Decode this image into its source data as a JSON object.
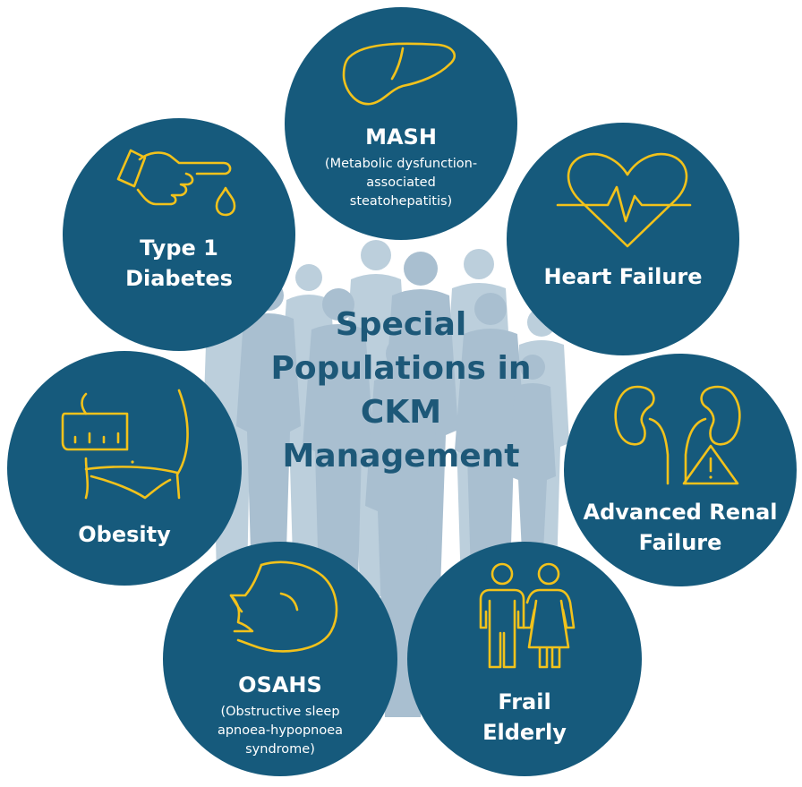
{
  "center": {
    "title_lines": [
      "Special",
      "Populations in",
      "CKM",
      "Management"
    ]
  },
  "colors": {
    "circle_fill": "#165a7c",
    "icon_stroke": "#f2c21b",
    "center_text": "#1d5878",
    "silhouettes": "#a9bfd0"
  },
  "items": {
    "mash": {
      "title": "MASH",
      "subtitle_lines": [
        "(Metabolic dysfunction-",
        "associated",
        "steatohepatitis)"
      ],
      "icon": "liver-icon"
    },
    "heart_failure": {
      "title_lines": [
        "Heart Failure"
      ],
      "icon": "heart-pulse-icon"
    },
    "renal": {
      "title_lines": [
        "Advanced Renal",
        "Failure"
      ],
      "icon": "kidneys-warning-icon"
    },
    "frail": {
      "title_lines": [
        "Frail",
        "Elderly"
      ],
      "icon": "elderly-couple-icon"
    },
    "osahs": {
      "title": "OSAHS",
      "subtitle_lines": [
        "(Obstructive sleep",
        "apnoea-hypopnoea",
        "syndrome)"
      ],
      "icon": "sleeping-face-icon"
    },
    "obesity": {
      "title_lines": [
        "Obesity"
      ],
      "icon": "waist-measure-icon"
    },
    "diabetes": {
      "title_lines": [
        "Type 1",
        "Diabetes"
      ],
      "icon": "finger-prick-icon"
    }
  }
}
